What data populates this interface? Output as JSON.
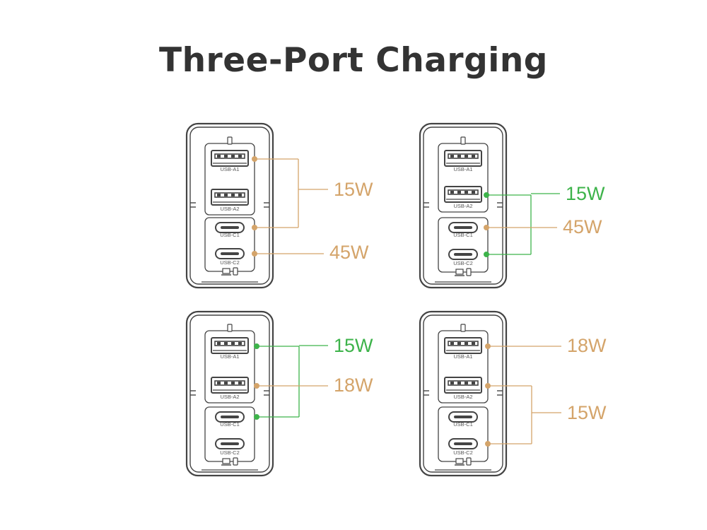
{
  "title": "Three-Port Charging",
  "colors": {
    "orange": "#d4a46a",
    "green": "#3db34a",
    "outline": "#444444"
  },
  "port_labels": {
    "a1": "USB-A1",
    "a2": "USB-A2",
    "c1": "USB-C1",
    "c2": "USB-C2"
  },
  "chargers": [
    {
      "outputs": [
        {
          "watt": "15W",
          "color": "orange",
          "ports": [
            "a1",
            "c1"
          ]
        },
        {
          "watt": "45W",
          "color": "orange",
          "ports": [
            "c2"
          ]
        }
      ]
    },
    {
      "outputs": [
        {
          "watt": "15W",
          "color": "green",
          "ports": [
            "a2",
            "c2"
          ]
        },
        {
          "watt": "45W",
          "color": "orange",
          "ports": [
            "c1"
          ]
        }
      ]
    },
    {
      "outputs": [
        {
          "watt": "15W",
          "color": "green",
          "ports": [
            "a1",
            "c1"
          ]
        },
        {
          "watt": "18W",
          "color": "orange",
          "ports": [
            "a2"
          ]
        }
      ]
    },
    {
      "outputs": [
        {
          "watt": "18W",
          "color": "orange",
          "ports": [
            "a1"
          ]
        },
        {
          "watt": "15W",
          "color": "orange",
          "ports": [
            "a2",
            "c2"
          ]
        }
      ]
    }
  ]
}
